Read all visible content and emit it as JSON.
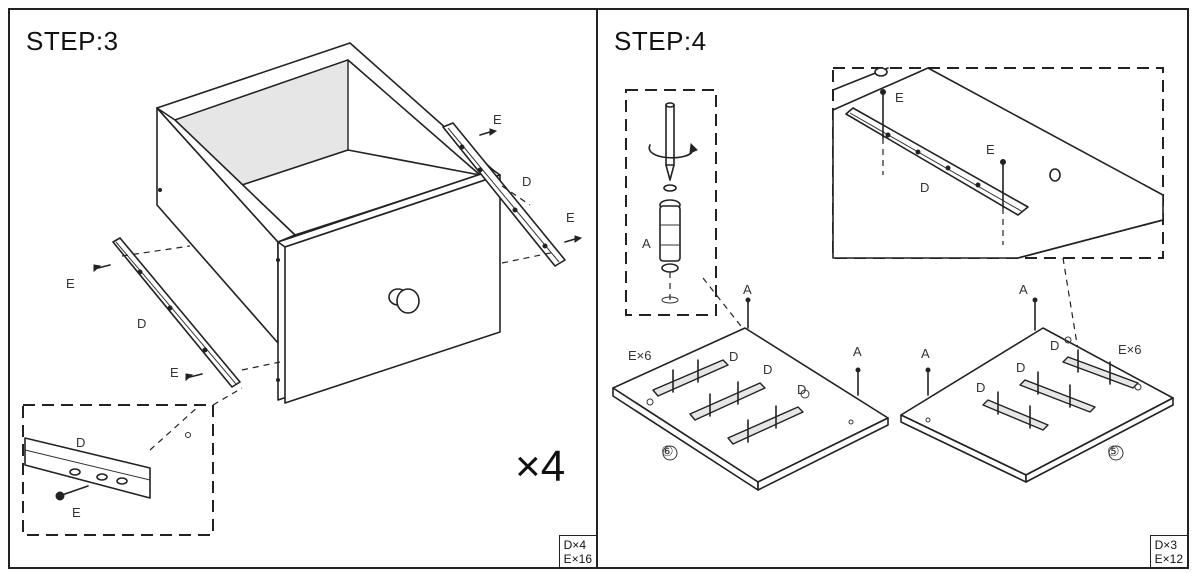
{
  "step3": {
    "title": "STEP:3",
    "labels": {
      "e_top": "E",
      "d_right": "D",
      "e_right": "E",
      "e_left": "E",
      "d_left": "D",
      "e_bottom": "E",
      "detail_d": "D",
      "detail_e": "E"
    },
    "multiplier": "×4",
    "counts": [
      "D×4",
      "E×16"
    ]
  },
  "step4": {
    "title": "STEP:4",
    "labels": {
      "detail_a": "A",
      "inset_e1": "E",
      "inset_e2": "E",
      "inset_d": "D",
      "panel6_a1": "A",
      "panel6_a2": "A",
      "panel6_e": "E×6",
      "panel6_d1": "D",
      "panel6_d2": "D",
      "panel6_d3": "D",
      "panel6_part": "⑥",
      "panel5_a1": "A",
      "panel5_a2": "A",
      "panel5_e": "E×6",
      "panel5_d1": "D",
      "panel5_d2": "D",
      "panel5_d3": "D",
      "panel5_part": "⑤"
    },
    "counts": [
      "D×3",
      "E×12"
    ]
  }
}
